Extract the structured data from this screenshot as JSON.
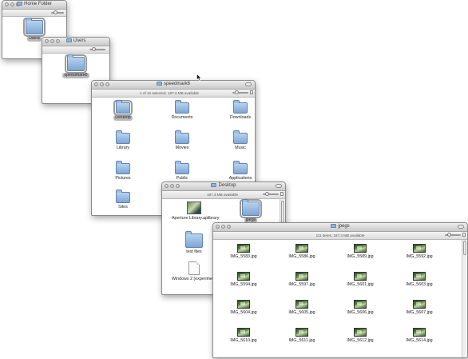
{
  "windows": {
    "home": {
      "title": "Home Folder",
      "items": [
        {
          "label": "Users",
          "selected": true
        }
      ]
    },
    "users": {
      "title": "Users",
      "items": [
        {
          "label": "speedmark6",
          "selected": true
        }
      ]
    },
    "speedmark6": {
      "title": "speedmark6",
      "status": "1 of 10 selected, 187.3 MB available",
      "items": [
        {
          "label": "Desktop",
          "selected": true
        },
        {
          "label": "Documents",
          "selected": false
        },
        {
          "label": "Downloads",
          "selected": false
        },
        {
          "label": "Library",
          "selected": false
        },
        {
          "label": "Movies",
          "selected": false
        },
        {
          "label": "Music",
          "selected": false
        },
        {
          "label": "Pictures",
          "selected": false
        },
        {
          "label": "Public",
          "selected": false
        },
        {
          "label": "Applications",
          "selected": false
        },
        {
          "label": "Sites",
          "selected": false
        }
      ]
    },
    "desktop": {
      "title": "Desktop",
      "status": "187.3 MB available",
      "items": [
        {
          "label": "Aperture Library.aplibrary",
          "kind": "aperture-library-icon"
        },
        {
          "label": "jpegs",
          "kind": "folder-icon",
          "selected": true
        },
        {
          "label": "test files",
          "kind": "folder-icon"
        },
        {
          "label": "Windows 2 (experiment...",
          "kind": "document-icon"
        }
      ]
    },
    "jpegs": {
      "title": "jpegs",
      "status": "111 items, 187.3 MB available",
      "items": [
        "IMG_5583.jpg",
        "IMG_5586.jpg",
        "IMG_5589.jpg",
        "IMG_5592.jpg",
        "IMG_5594.jpg",
        "IMG_5597.jpg",
        "IMG_5601.jpg",
        "IMG_5603.jpg",
        "IMG_5604.jpg",
        "IMG_5605.jpg",
        "IMG_5606.jpg",
        "IMG_5607.jpg",
        "IMG_5610.jpg",
        "IMG_5611.jpg",
        "IMG_5612.jpg",
        "IMG_5614.jpg"
      ]
    }
  },
  "colors": {
    "selection": "#b9b9b9",
    "folder": "#8fb3d8",
    "window_chrome": "#d6d6d6"
  }
}
